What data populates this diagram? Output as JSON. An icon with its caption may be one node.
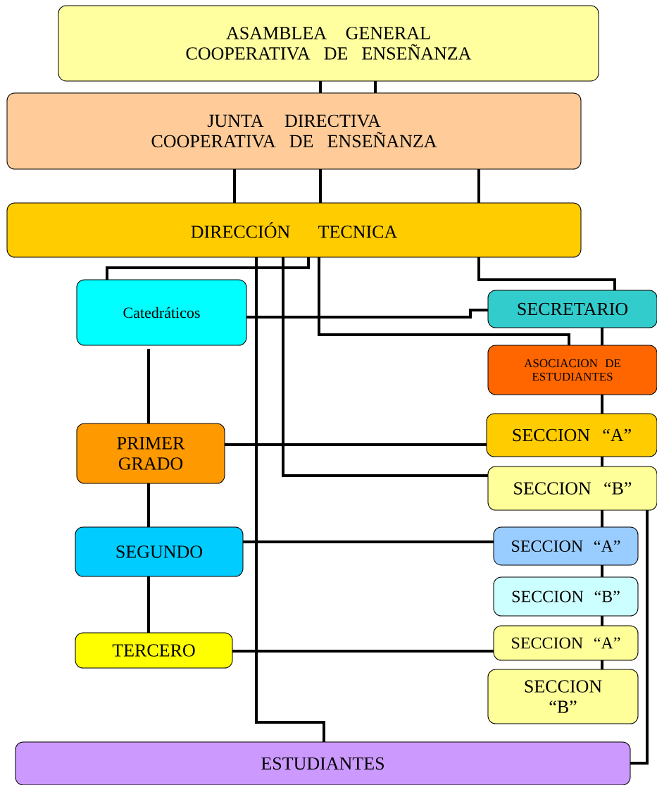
{
  "diagram": {
    "nodes": [
      {
        "text": [
          "ASAMBLEA GENERAL COOPERATIVA DE ENSEÑANZA"
        ]
      },
      {
        "text": [
          "JUNTA DIRECTIVA COOPERATIVA DE ENSEÑANZA"
        ]
      },
      {
        "text": [
          "DIRECCIÓN TECNICA"
        ]
      },
      {
        "text": [
          "Catedráticos"
        ]
      },
      {
        "text": [
          "SECRETARIO"
        ]
      },
      {
        "text": [
          "ASOCIACION DE ESTUDIANTES"
        ]
      },
      {
        "text": [
          "PRIMER GRADO"
        ]
      },
      {
        "text": [
          "SECCION “A”"
        ]
      },
      {
        "text": [
          "SECCION “B”"
        ]
      },
      {
        "text": [
          "SEGUNDO"
        ]
      },
      {
        "text": [
          "SECCION “A”"
        ]
      },
      {
        "text": [
          "SECCION “B”"
        ]
      },
      {
        "text": [
          "TERCERO"
        ]
      },
      {
        "text": [
          "SECCION “A”"
        ]
      },
      {
        "text": [
          "SECCION “B”"
        ]
      },
      {
        "text": [
          "ESTUDIANTES"
        ]
      }
    ],
    "edges": [
      {
        "from": 0,
        "to": 1,
        "arrow": "none"
      },
      {
        "from": 0,
        "to": 1,
        "arrow": "none"
      },
      {
        "from": 1,
        "to": 2,
        "arrow": "none"
      },
      {
        "from": 1,
        "to": 2,
        "arrow": "none"
      },
      {
        "from": 1,
        "to": 2,
        "arrow": "none"
      },
      {
        "from": 2,
        "to": 3,
        "arrow": "none"
      },
      {
        "from": 2,
        "to": 15,
        "arrow": "none"
      },
      {
        "from": 2,
        "to": 8,
        "arrow": "none"
      },
      {
        "from": 2,
        "to": 5,
        "arrow": "none"
      },
      {
        "from": 2,
        "to": 4,
        "arrow": "none"
      },
      {
        "from": 3,
        "to": 4,
        "arrow": "none"
      },
      {
        "from": 4,
        "to": 5,
        "arrow": "none"
      },
      {
        "from": 5,
        "to": 7,
        "arrow": "none"
      },
      {
        "from": 7,
        "to": 8,
        "arrow": "none"
      },
      {
        "from": 8,
        "to": 10,
        "arrow": "none"
      },
      {
        "from": 10,
        "to": 11,
        "arrow": "none"
      },
      {
        "from": 11,
        "to": 13,
        "arrow": "none"
      },
      {
        "from": 13,
        "to": 14,
        "arrow": "none"
      },
      {
        "from": 8,
        "to": 15,
        "arrow": "none"
      },
      {
        "from": 3,
        "to": 6,
        "arrow": "none"
      },
      {
        "from": 9,
        "to": 6,
        "arrow": "none"
      },
      {
        "from": 12,
        "to": 9,
        "arrow": "none"
      },
      {
        "from": 6,
        "to": 7,
        "arrow": "none"
      },
      {
        "from": 9,
        "to": 10,
        "arrow": "none"
      },
      {
        "from": 12,
        "to": 13,
        "arrow": "none"
      }
    ]
  }
}
